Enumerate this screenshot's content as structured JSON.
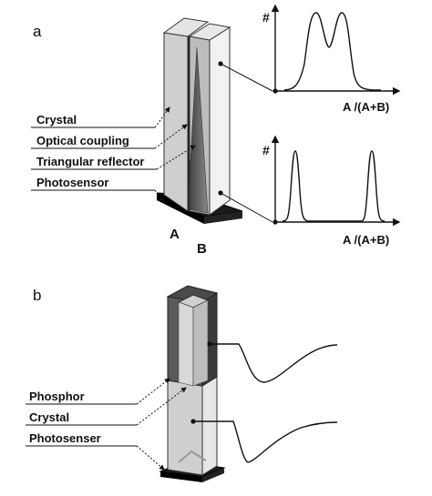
{
  "panel_a": {
    "label": "a",
    "labels": {
      "crystal": "Crystal",
      "optical_coupling": "Optical coupling",
      "triangular_reflector": "Triangular reflector",
      "photosensor": "Photosensor"
    },
    "crystal_labels": {
      "a": "A",
      "b": "B"
    },
    "plot_top": {
      "y_axis_label": "#",
      "x_axis_label": "A /(A+B)"
    },
    "plot_bottom": {
      "y_axis_label": "#",
      "x_axis_label": "A /(A+B)"
    }
  },
  "panel_b": {
    "label": "b",
    "labels": {
      "phosphor": "Phosphor",
      "crystal": "Crystal",
      "photosensor": "Photosenser"
    }
  },
  "colors": {
    "crystal_face": "#cfcfcf",
    "crystal_light": "#ececec",
    "phosphor_dark": "#444444",
    "reflector": "#555555",
    "base": "#1a1a1a"
  }
}
